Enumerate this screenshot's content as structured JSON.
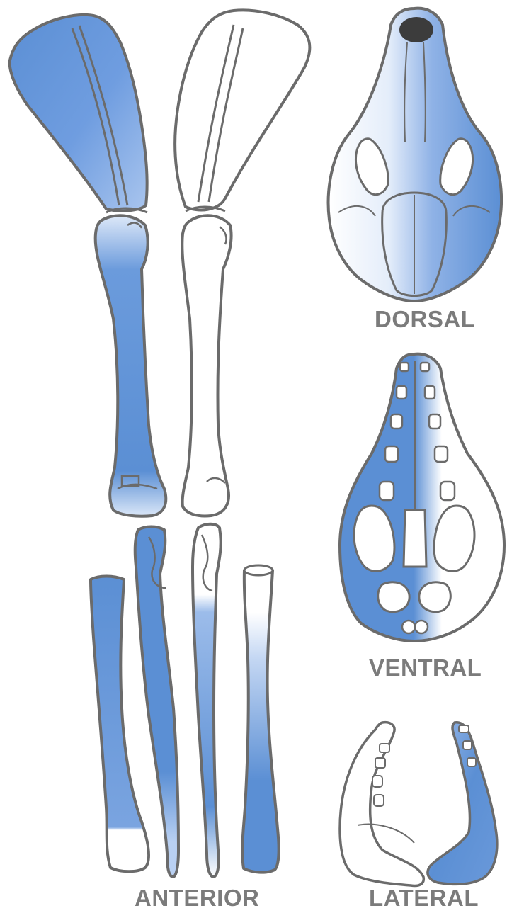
{
  "labels": {
    "dorsal": "DORSAL",
    "ventral": "VENTRAL",
    "lateral": "LATERAL",
    "anterior": "ANTERIOR"
  },
  "colors": {
    "shade_blue": "#5b8fd4",
    "outline_gray": "#6b6b6b",
    "label_gray": "#7b7b7b",
    "paper_white": "#ffffff"
  }
}
